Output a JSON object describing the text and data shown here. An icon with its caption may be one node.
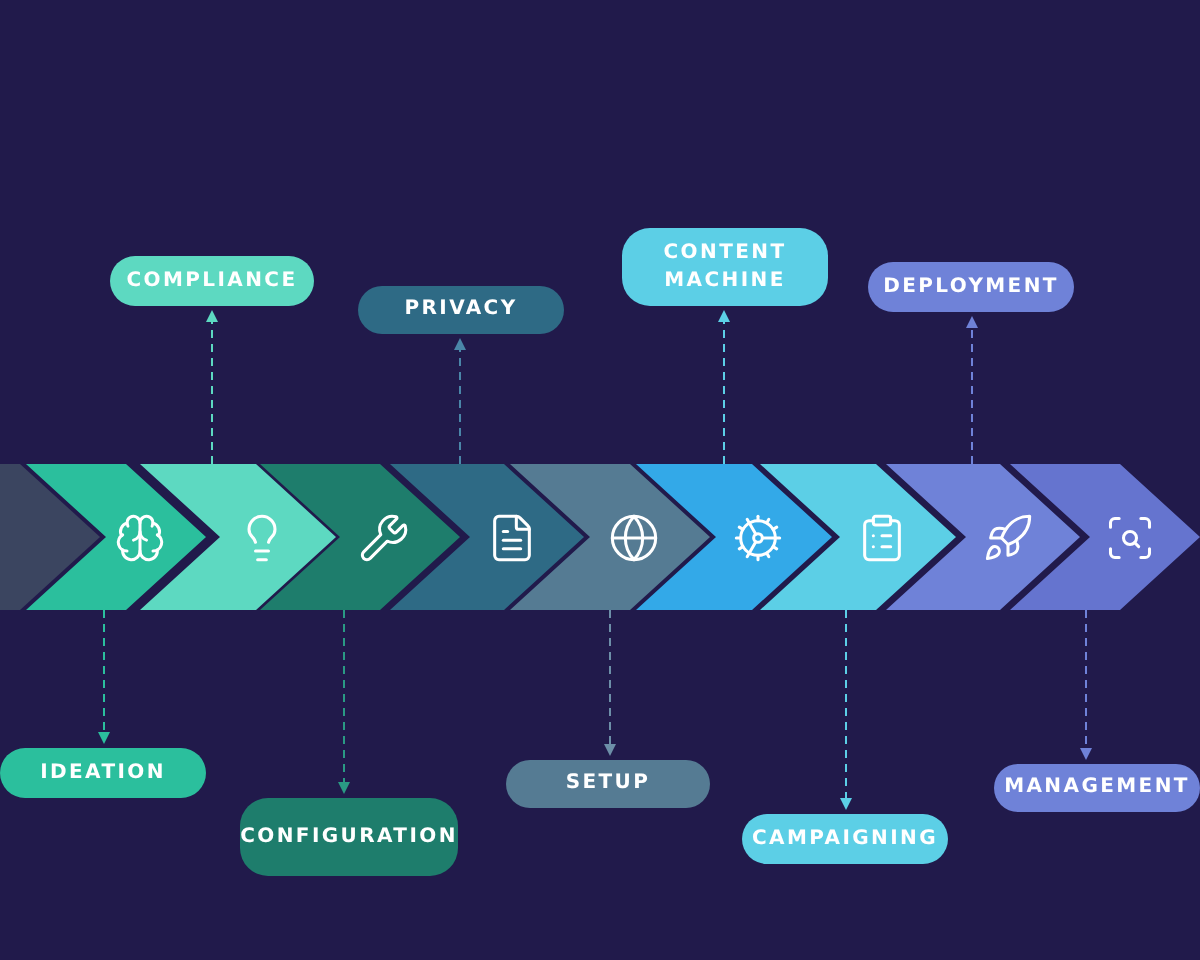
{
  "diagram": {
    "nodes": [
      {
        "text": [
          "COMPLIANCE"
        ]
      },
      {
        "text": [
          "PRIVACY"
        ]
      },
      {
        "text": [
          "CONTENT MACHINE"
        ]
      },
      {
        "text": [
          "DEPLOYMENT"
        ]
      },
      {
        "text": [],
        "shape": "chevron"
      },
      {
        "text": [],
        "shape": "chevron"
      },
      {
        "text": [],
        "shape": "chevron"
      },
      {
        "text": [],
        "shape": "chevron"
      },
      {
        "text": [],
        "shape": "chevron"
      },
      {
        "text": [],
        "shape": "chevron"
      },
      {
        "text": [],
        "shape": "chevron"
      },
      {
        "text": [],
        "shape": "chevron"
      },
      {
        "text": [],
        "shape": "chevron"
      },
      {
        "text": [],
        "shape": "chevron"
      },
      {
        "text": [
          "IDEATION"
        ]
      },
      {
        "text": [
          "CONFIGURATION"
        ]
      },
      {
        "text": [
          "SETUP"
        ]
      },
      {
        "text": [
          "CAMPAIGNING"
        ]
      },
      {
        "text": [
          "MANAGEMENT"
        ]
      }
    ],
    "edges": [
      {
        "from": 6,
        "to": 0,
        "arrow": "to",
        "style": "dashed",
        "color": "#5dd9c1"
      },
      {
        "from": 8,
        "to": 1,
        "arrow": "to",
        "style": "dashed",
        "color": "#4a86a8"
      },
      {
        "from": 10,
        "to": 2,
        "arrow": "to",
        "style": "dashed",
        "color": "#5ccfe6"
      },
      {
        "from": 12,
        "to": 3,
        "arrow": "to",
        "style": "dashed",
        "color": "#6f82d8"
      },
      {
        "from": 5,
        "to": 14,
        "arrow": "to",
        "style": "dashed",
        "color": "#2bbf9d"
      },
      {
        "from": 7,
        "to": 15,
        "arrow": "to",
        "style": "dashed",
        "color": "#2a9a84"
      },
      {
        "from": 9,
        "to": 16,
        "arrow": "to",
        "style": "dashed",
        "color": "#6d8fa8"
      },
      {
        "from": 11,
        "to": 17,
        "arrow": "to",
        "style": "dashed",
        "color": "#5ccfe6"
      },
      {
        "from": 13,
        "to": 18,
        "arrow": "to",
        "style": "dashed",
        "color": "#6f82d8"
      }
    ]
  }
}
